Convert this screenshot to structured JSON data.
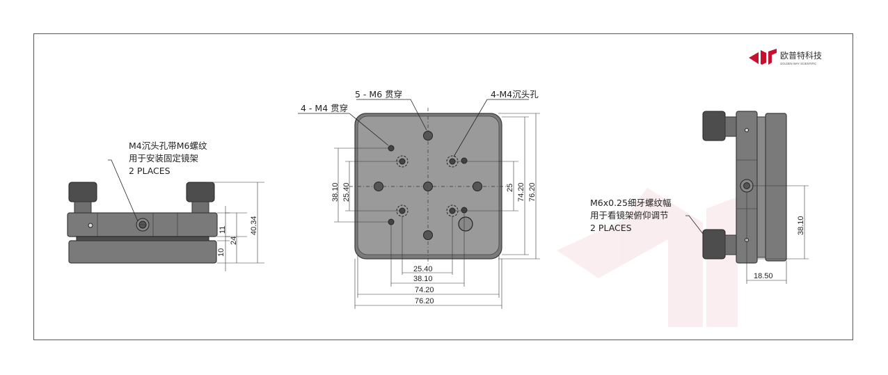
{
  "logo": {
    "company_cn": "欧普特科技",
    "company_en": "GOLDEN WAY SCIENTIFIC",
    "brand_color": "#c8102e"
  },
  "left_view": {
    "callout_line1": "M4沉头孔带M6螺纹",
    "callout_line2": "用于安装固定镜架",
    "callout_line3": "2 PLACES",
    "dim_11": "11",
    "dim_24": "24",
    "dim_10": "10",
    "dim_40_34": "40.34"
  },
  "front_view": {
    "callout_m6": "5 - M6 贯穿",
    "callout_m4": "4 - M4 贯穿",
    "callout_m4_cb": "4-M4沉头孔",
    "dim_v_38_10": "38.10",
    "dim_v_25_40": "25.40",
    "dim_v_25": "25",
    "dim_v_74_20": "74.20",
    "dim_v_76_20": "76.20",
    "dim_h_25_40": "25.40",
    "dim_h_38_10": "38.10",
    "dim_h_74_20": "74.20",
    "dim_h_76_20": "76.20"
  },
  "right_view": {
    "callout_line1": "M6x0.25细牙螺纹幅",
    "callout_line2": "用于看镜架俯仰调节",
    "callout_line3": "2 PLACES",
    "dim_38_10": "38.10",
    "dim_18_50": "18.50"
  }
}
